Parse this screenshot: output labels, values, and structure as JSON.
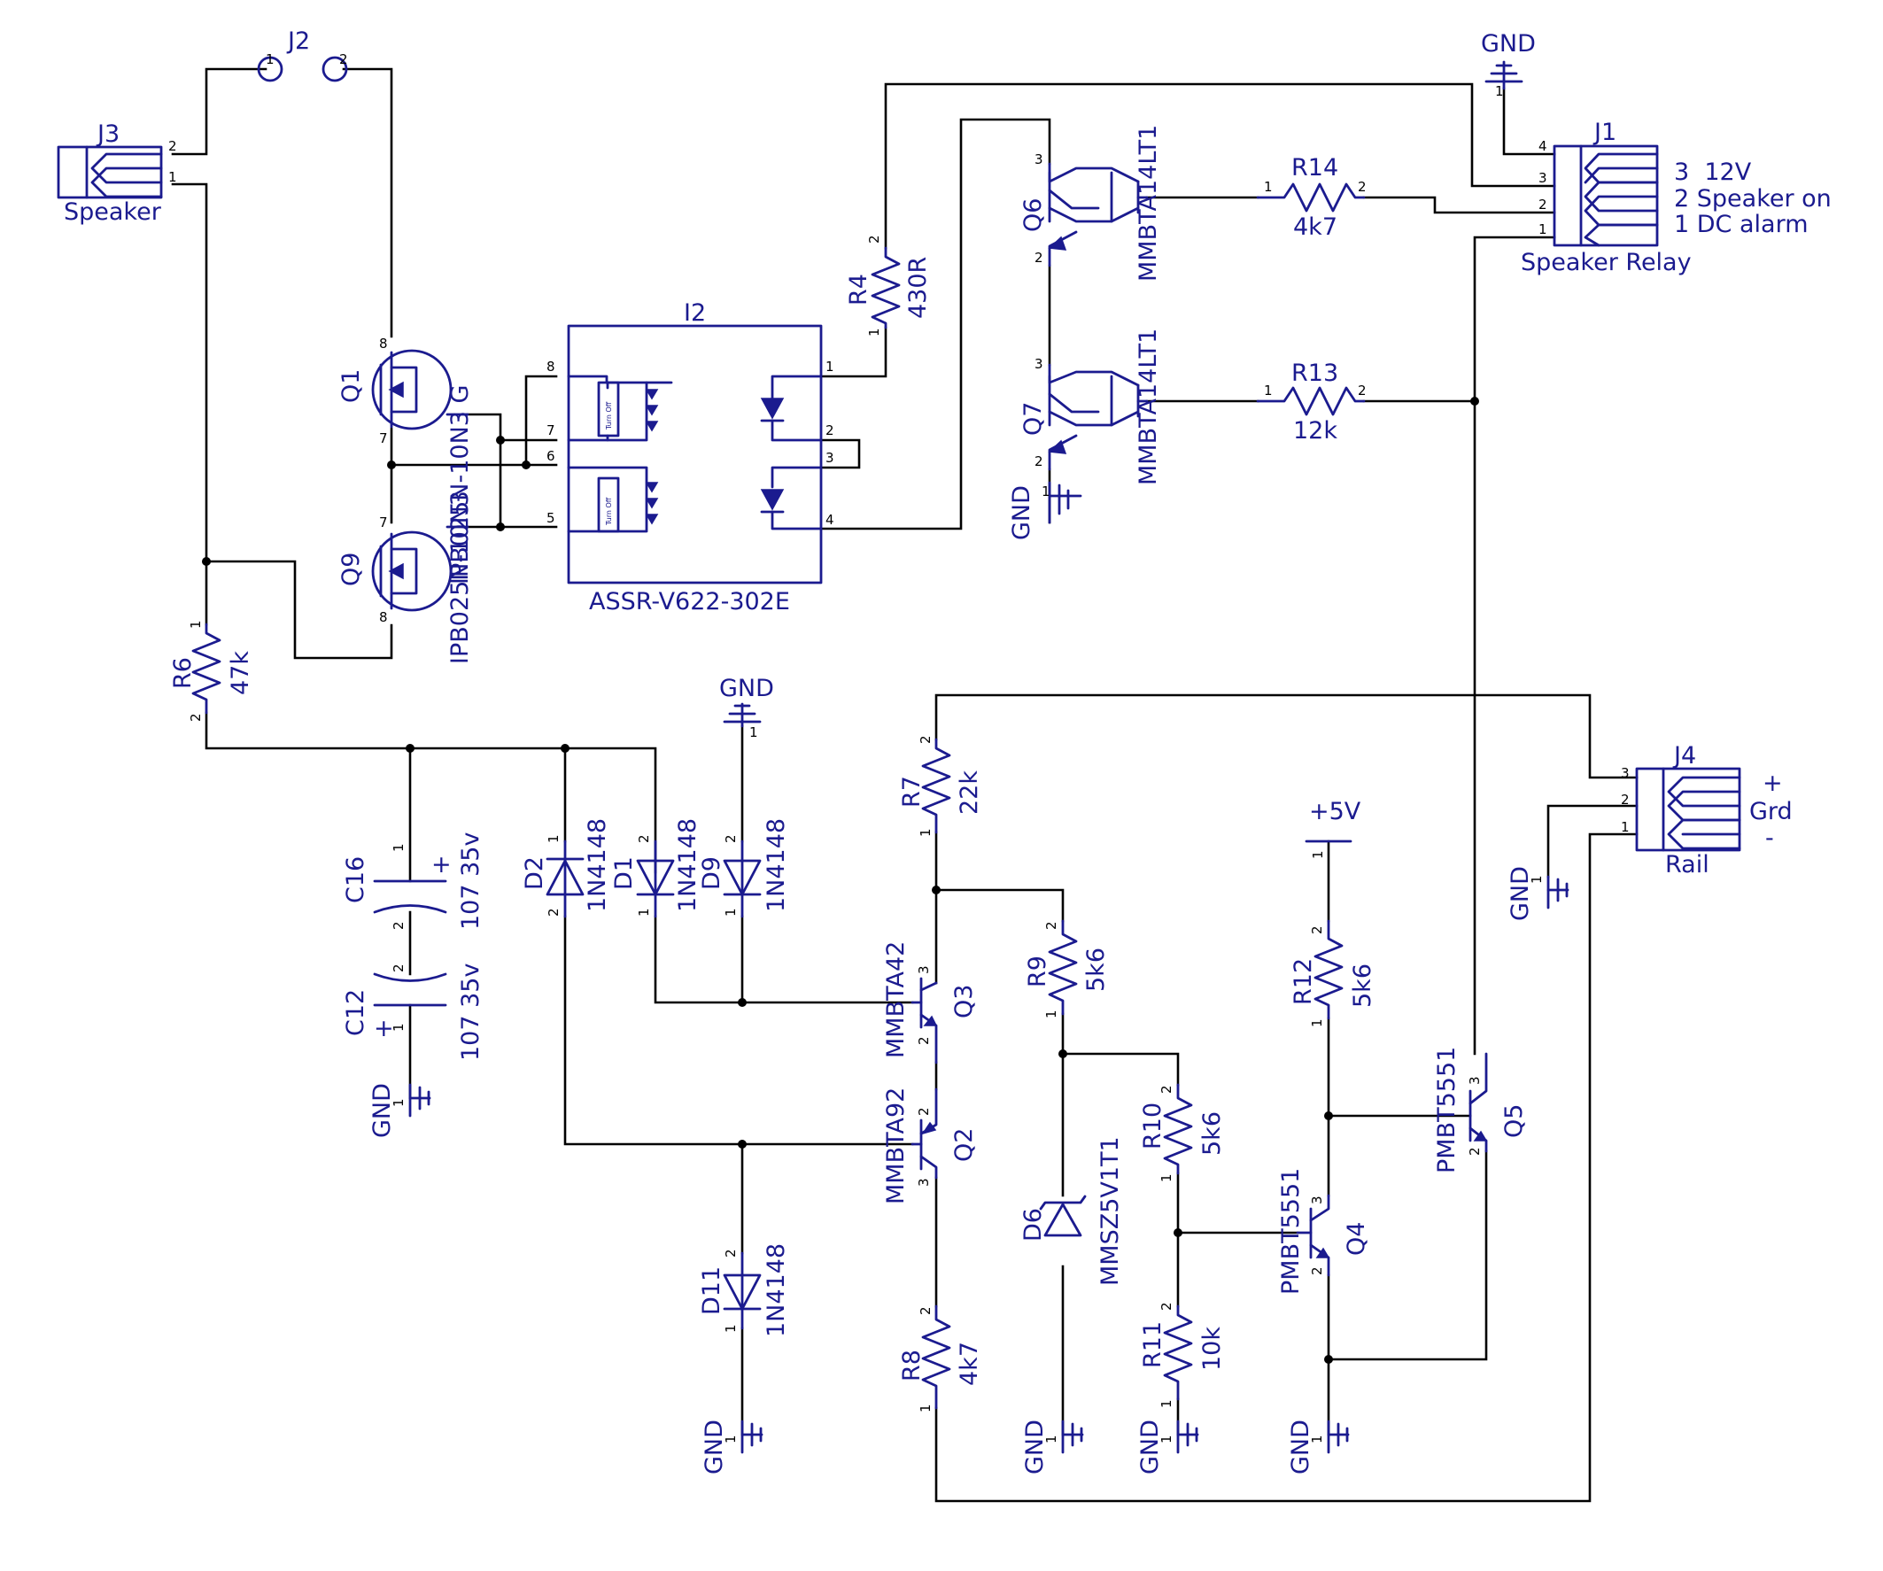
{
  "net": {
    "gnd": "GND",
    "vcc5": "+5V"
  },
  "pins": {
    "p1": "1",
    "p2": "2",
    "p3": "3",
    "p4": "4",
    "p5": "5",
    "p6": "6",
    "p7": "7",
    "p8": "8"
  },
  "symbols": {
    "plus": "+",
    "minus": "-",
    "relay_text": "Turn Off"
  },
  "components": {
    "J2": {
      "ref": "J2"
    },
    "J3": {
      "ref": "J3",
      "value": "Speaker"
    },
    "J1": {
      "ref": "J1",
      "value": "Speaker Relay",
      "note1": "3  12V",
      "note2": "2 Speaker on",
      "note3": "1 DC alarm"
    },
    "J4": {
      "ref": "J4",
      "value": "Rail",
      "note_grd": "Grd"
    },
    "I2": {
      "ref": "I2",
      "value": "ASSR-V622-302E"
    },
    "Q1": {
      "ref": "Q1",
      "value": "IPB025N-10N3 G"
    },
    "Q9": {
      "ref": "Q9",
      "value": "IPB025N-10N3"
    },
    "Q6": {
      "ref": "Q6",
      "value": "MMBTA14LT1"
    },
    "Q7": {
      "ref": "Q7",
      "value": "MMBTA14LT1"
    },
    "Q3": {
      "ref": "Q3",
      "value": "MMBTA42"
    },
    "Q2": {
      "ref": "Q2",
      "value": "MMBTA92"
    },
    "Q4": {
      "ref": "Q4",
      "value": "PMBT5551"
    },
    "Q5": {
      "ref": "Q5",
      "value": "PMBT5551"
    },
    "R4": {
      "ref": "R4",
      "value": "430R"
    },
    "R6": {
      "ref": "R6",
      "value": "47k"
    },
    "R7": {
      "ref": "R7",
      "value": "22k"
    },
    "R8": {
      "ref": "R8",
      "value": "4k7"
    },
    "R9": {
      "ref": "R9",
      "value": "5k6"
    },
    "R10": {
      "ref": "R10",
      "value": "5k6"
    },
    "R11": {
      "ref": "R11",
      "value": "10k"
    },
    "R12": {
      "ref": "R12",
      "value": "5k6"
    },
    "R13": {
      "ref": "R13",
      "value": "12k"
    },
    "R14": {
      "ref": "R14",
      "value": "4k7"
    },
    "C16": {
      "ref": "C16",
      "value": "107 35v"
    },
    "C12": {
      "ref": "C12",
      "value": "107 35v"
    },
    "D1": {
      "ref": "D1",
      "value": "1N4148"
    },
    "D2": {
      "ref": "D2",
      "value": "1N4148"
    },
    "D9": {
      "ref": "D9",
      "value": "1N4148"
    },
    "D11": {
      "ref": "D11",
      "value": "1N4148"
    },
    "D6": {
      "ref": "D6",
      "value": "MMSZ5V1T1"
    }
  }
}
